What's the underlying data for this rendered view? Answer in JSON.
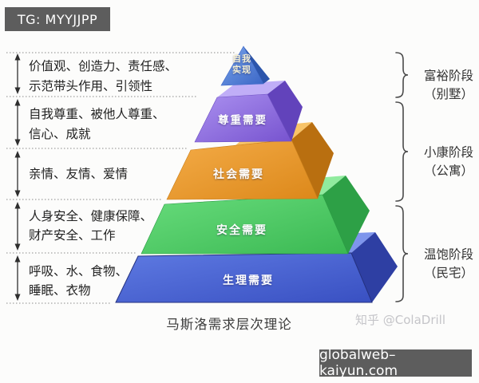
{
  "badges": {
    "telegram": "TG: MYYJJPP",
    "website": "globalweb–kaiyun.com"
  },
  "caption": "马斯洛需求层次理论",
  "attribution": "知乎 @ColaDrill",
  "pyramid": {
    "levels": [
      {
        "name": "自我实现",
        "name_line1": "自我",
        "name_line2": "实现",
        "color": "#4a78d6"
      },
      {
        "name": "尊重需要",
        "color": "#8566da"
      },
      {
        "name": "社会需要",
        "color": "#e8982c"
      },
      {
        "name": "安全需要",
        "color": "#45c55f"
      },
      {
        "name": "生理需要",
        "color": "#4560d2"
      }
    ]
  },
  "needs_notes": [
    {
      "line1": "价值观、创造力、责任感、",
      "line2": "示范带头作用、引领性"
    },
    {
      "line1": "自我尊重、被他人尊重、",
      "line2": "信心、成就"
    },
    {
      "line1": "亲情、友情、爱情",
      "line2": ""
    },
    {
      "line1": "人身安全、健康保障、",
      "line2": "财产安全、工作"
    },
    {
      "line1": "呼吸、水、食物、",
      "line2": "睡眠、衣物"
    }
  ],
  "stages": [
    {
      "name": "富裕阶段",
      "housing": "（别墅）"
    },
    {
      "name": "小康阶段",
      "housing": "（公寓）"
    },
    {
      "name": "温饱阶段",
      "housing": "（民宅）"
    }
  ]
}
